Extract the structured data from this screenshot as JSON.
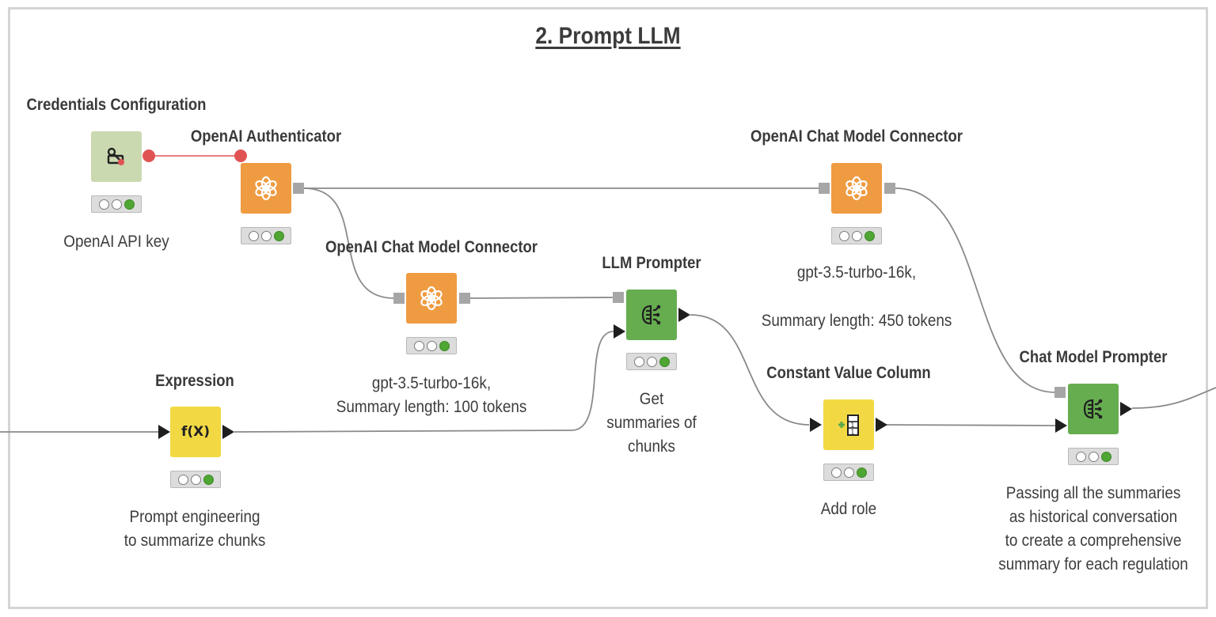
{
  "section_title": "2. Prompt LLM",
  "colors": {
    "openai_connector": "#ef9b41",
    "prompter": "#66ad50",
    "manipulation": "#f2d943",
    "credentials": "#cbd9b1",
    "credential_port": "#e05353",
    "status_green": "#4fa633",
    "wire": "#8a8a8a",
    "frame": "#d4d4d4"
  },
  "nodes": {
    "credentials": {
      "title": "Credentials Configuration",
      "note": "OpenAI API key",
      "icon": "credentials-icon",
      "status": "executed"
    },
    "authenticator": {
      "title": "OpenAI Authenticator",
      "note": "",
      "icon": "openai-icon",
      "status": "executed"
    },
    "chat_connector_small": {
      "title": "OpenAI Chat Model Connector",
      "note_line1": "gpt-3.5-turbo-16k,",
      "note_line2": "Summary length: 100 tokens",
      "icon": "openai-icon",
      "status": "executed"
    },
    "chat_connector_large": {
      "title": "OpenAI Chat Model Connector",
      "note_line1": "gpt-3.5-turbo-16k,",
      "note_line2": "Summary length: 450 tokens",
      "icon": "openai-icon",
      "status": "executed"
    },
    "llm_prompter": {
      "title": "LLM Prompter",
      "note_line1": "Get",
      "note_line2": "summaries of",
      "note_line3": "chunks",
      "icon": "llm-prompter-icon",
      "status": "executed"
    },
    "expression": {
      "title": "Expression",
      "icon_text": "f(X)",
      "note_line1": "Prompt engineering",
      "note_line2": "to summarize chunks",
      "icon": "expression-icon",
      "status": "executed"
    },
    "constant_value": {
      "title": "Constant Value Column",
      "note": "Add role",
      "icon": "constant-value-column-icon",
      "status": "executed"
    },
    "chat_prompter": {
      "title": "Chat Model Prompter",
      "note_line1": "Passing all the summaries",
      "note_line2": "as historical conversation",
      "note_line3": "to create a comprehensive",
      "note_line4": "summary for each regulation",
      "icon": "chat-model-prompter-icon",
      "status": "executed"
    }
  }
}
